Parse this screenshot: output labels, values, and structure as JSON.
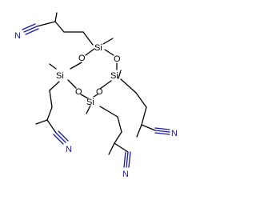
{
  "molecule": {
    "atoms": {
      "si_top": "Si",
      "si_left": "Si",
      "si_right": "Si",
      "si_bottom": "Si",
      "o_top_left": "O",
      "o_top_right": "O",
      "o_bottom_left": "O",
      "o_bottom_right": "O",
      "n_top_left": "N",
      "n_bottom_left": "N",
      "n_right": "N",
      "n_bottom": "N"
    },
    "colors": {
      "bond": "#000000",
      "nitrogen": "#1a1aa8",
      "background": "#ffffff"
    }
  }
}
